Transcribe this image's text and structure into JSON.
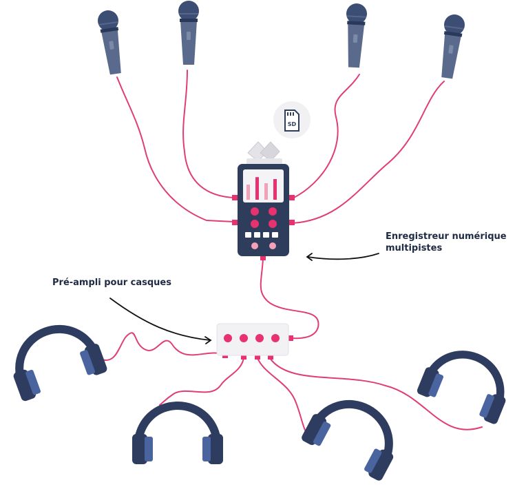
{
  "labels": {
    "recorder_line1": "Enregistreur numérique",
    "recorder_line2": "multipistes",
    "preamp": "Pré-ampli pour casques",
    "sd_card": "SD"
  },
  "colors": {
    "navy": "#2f3d5c",
    "mic_body": "#5a6a8c",
    "mic_head": "#3d4e74",
    "pink": "#e8316f",
    "pink_light": "#f2a1b8",
    "cable": "#e03c78",
    "headphone_dark": "#2e3d5f",
    "headphone_pad": "#4a64a0",
    "preamp_body": "#f2f2f5",
    "screen": "#f4f4f6"
  },
  "components": {
    "microphones": [
      "microphone-1",
      "microphone-2",
      "microphone-3",
      "microphone-4"
    ],
    "headphones": [
      "headphones-1",
      "headphones-2",
      "headphones-3",
      "headphones-4"
    ],
    "preamp_knob_count": 4,
    "recorder_level_bars": [
      0.55,
      0.82,
      0.6,
      0.75
    ]
  }
}
